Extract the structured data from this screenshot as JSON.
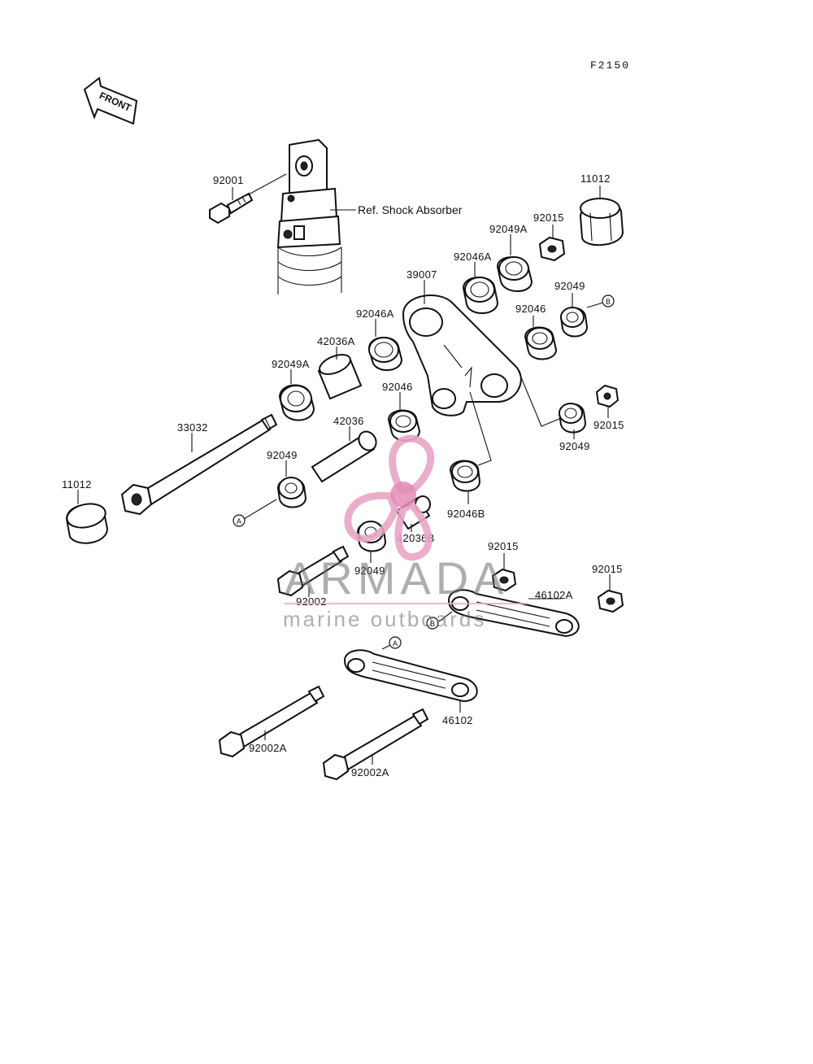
{
  "figure": {
    "code": "F2150",
    "front_label": "FRONT",
    "ref_label": "Ref. Shock Absorber"
  },
  "parts": {
    "p92001": "92001",
    "p11012_top": "11012",
    "p92015_top": "92015",
    "p92049A_top": "92049A",
    "p92046A_top": "92046A",
    "p39007": "39007",
    "p92049_right": "92049",
    "p92046_right": "92046",
    "p92046A_mid": "92046A",
    "p42036A": "42036A",
    "p92049A_left": "92049A",
    "p92046_mid": "92046",
    "p92015_right": "92015",
    "p92049_lower_right": "92049",
    "p33032": "33032",
    "p42036": "42036",
    "p92049_left": "92049",
    "p11012_left": "11012",
    "p92046B": "92046B",
    "p42036B": "42036B",
    "p92015_mid": "92015",
    "p92015_far": "92015",
    "p92049_bottom": "92049",
    "p92002": "92002",
    "p46102A": "46102A",
    "p46102": "46102",
    "p92002A_left": "92002A",
    "p92002A_right": "92002A"
  },
  "callouts": {
    "a_left": "A",
    "a_bottom": "A",
    "b_right": "B",
    "b_bottom": "B"
  },
  "watermark": {
    "brand": "ARMADA",
    "tagline": "marine outboards",
    "colors": {
      "logo": "#e8a6c6",
      "logo_center": "#e07fae",
      "text": "#6d6d6d"
    }
  }
}
